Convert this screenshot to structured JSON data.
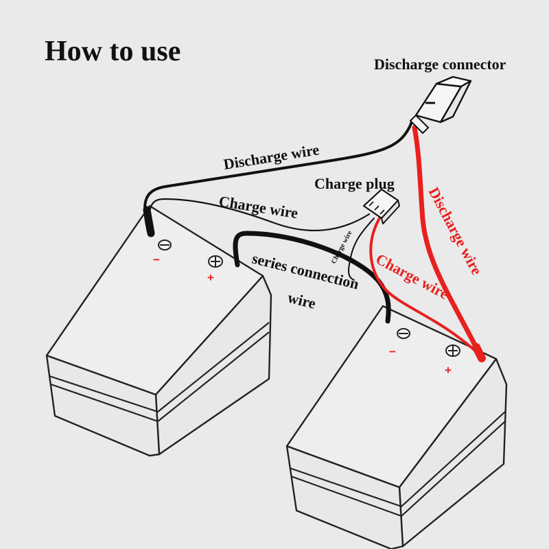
{
  "title": "How to use",
  "labels": {
    "discharge_connector": "Discharge connector",
    "discharge_wire_black": "Discharge wire",
    "charge_plug": "Charge plug",
    "charge_wire_black": "Charge wire",
    "charge_wire_small": "Charge wire",
    "series_line1": "series connection",
    "series_line2": "wire",
    "discharge_wire_red": "Discharge wire",
    "charge_wire_red": "Charge wire"
  },
  "battery_left": {
    "negative": "−",
    "positive": "+"
  },
  "battery_right": {
    "negative": "−",
    "positive": "+"
  },
  "colors": {
    "background": "#eaeaea",
    "positive_wire": "#e8201e",
    "negative_wire": "#111111",
    "battery_body": "#e8e8e8"
  }
}
